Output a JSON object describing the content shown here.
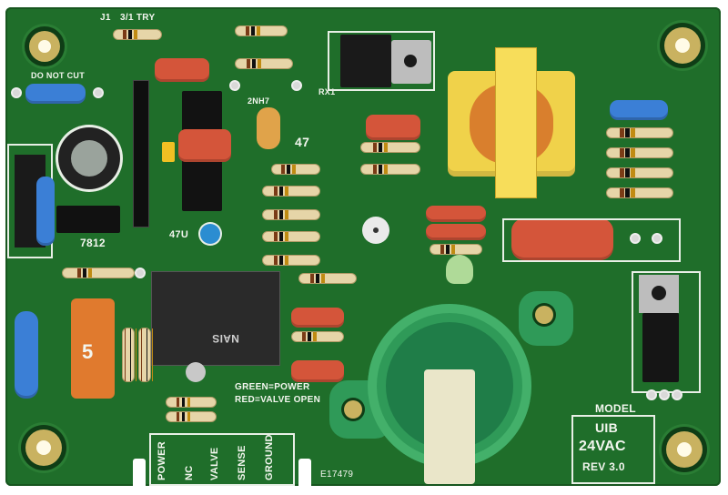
{
  "silkscreen": {
    "j1": "J1",
    "try": "3/1 TRY",
    "do_not_cut": "DO NOT CUT",
    "rx1": "RX1",
    "zener": "2NH7",
    "cap_47": "47",
    "cap_47u": "47U",
    "reg_7812": "7812",
    "fuse_value": "5",
    "relay_brand": "NAIS",
    "green_power": "GREEN=POWER",
    "red_valve": "RED=VALVE OPEN",
    "model": "MODEL",
    "model_name": "UIB",
    "voltage": "24VAC",
    "revision": "REV 3.0",
    "serial": "E17479",
    "terminals": [
      "POWER",
      "NC",
      "VALVE",
      "SENSE",
      "GROUND"
    ]
  },
  "colors": {
    "board": "#1f6e2a",
    "silkscreen": "#f3f6ef",
    "orange_cap": "#d4553a",
    "blue_resistor": "#3b7fd6",
    "yellow_inductor": "#f0d24a",
    "relay_body": "#2a2a2a",
    "igniter_green": "#2f9a58",
    "mount_pad": "#c9b260"
  }
}
